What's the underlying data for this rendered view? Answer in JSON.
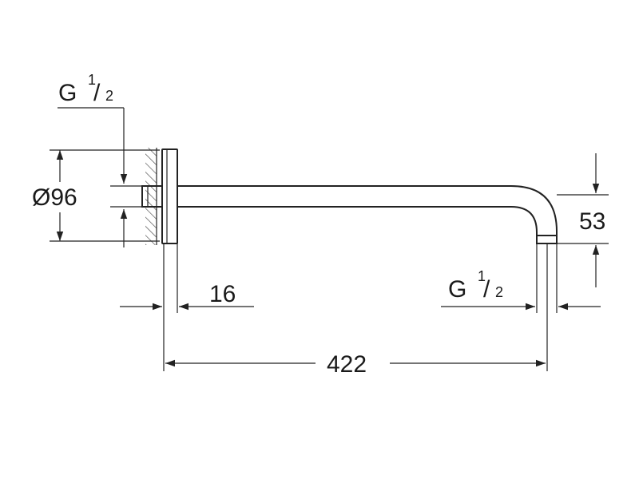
{
  "dimensions": {
    "thread_top": {
      "letter": "G",
      "num": "1",
      "slash": "/",
      "den": "2"
    },
    "flange_diameter": "Ø96",
    "wall_offset": "16",
    "arm_length": "422",
    "drop_height": "53",
    "thread_outlet": {
      "letter": "G",
      "num": "1",
      "slash": "/",
      "den": "2"
    }
  },
  "colors": {
    "line": "#222222",
    "text": "#1a1a1a",
    "background": "#ffffff"
  }
}
